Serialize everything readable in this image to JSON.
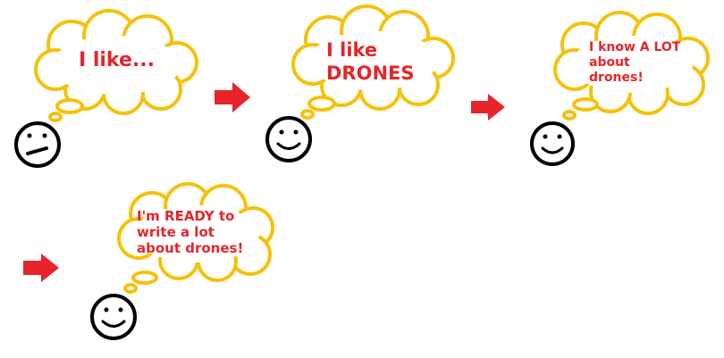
{
  "colors": {
    "cloud_stroke": "#f4c20d",
    "text": "#e3262b",
    "arrow": "#e8232b",
    "face": "#000000"
  },
  "stages": [
    {
      "thought": "I like...",
      "face": "neutral-face-icon"
    },
    {
      "thought": "I like\nDRONES",
      "face": "smiley-face-icon"
    },
    {
      "thought": "I know A LOT\nabout\ndrones!",
      "face": "smiley-face-icon"
    },
    {
      "thought": "I'm READY to\nwrite a lot\nabout drones!",
      "face": "smiley-face-icon"
    }
  ],
  "arrows": [
    "arrow-right-icon",
    "arrow-right-icon",
    "arrow-right-icon"
  ]
}
